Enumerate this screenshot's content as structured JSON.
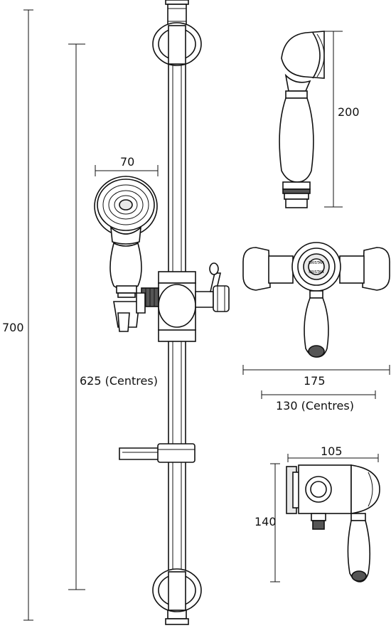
{
  "dimensions": {
    "overall_height": "700",
    "rail_centres": "625 (Centres)",
    "handset_head_width": "70",
    "handset_length": "200",
    "valve_width": "175",
    "valve_centres": "130 (Centres)",
    "valve_depth": "105",
    "valve_height": "140"
  },
  "components": {
    "dial_marking_top": "BRISTAN",
    "dial_marking_bottom": "BRISTAN"
  }
}
